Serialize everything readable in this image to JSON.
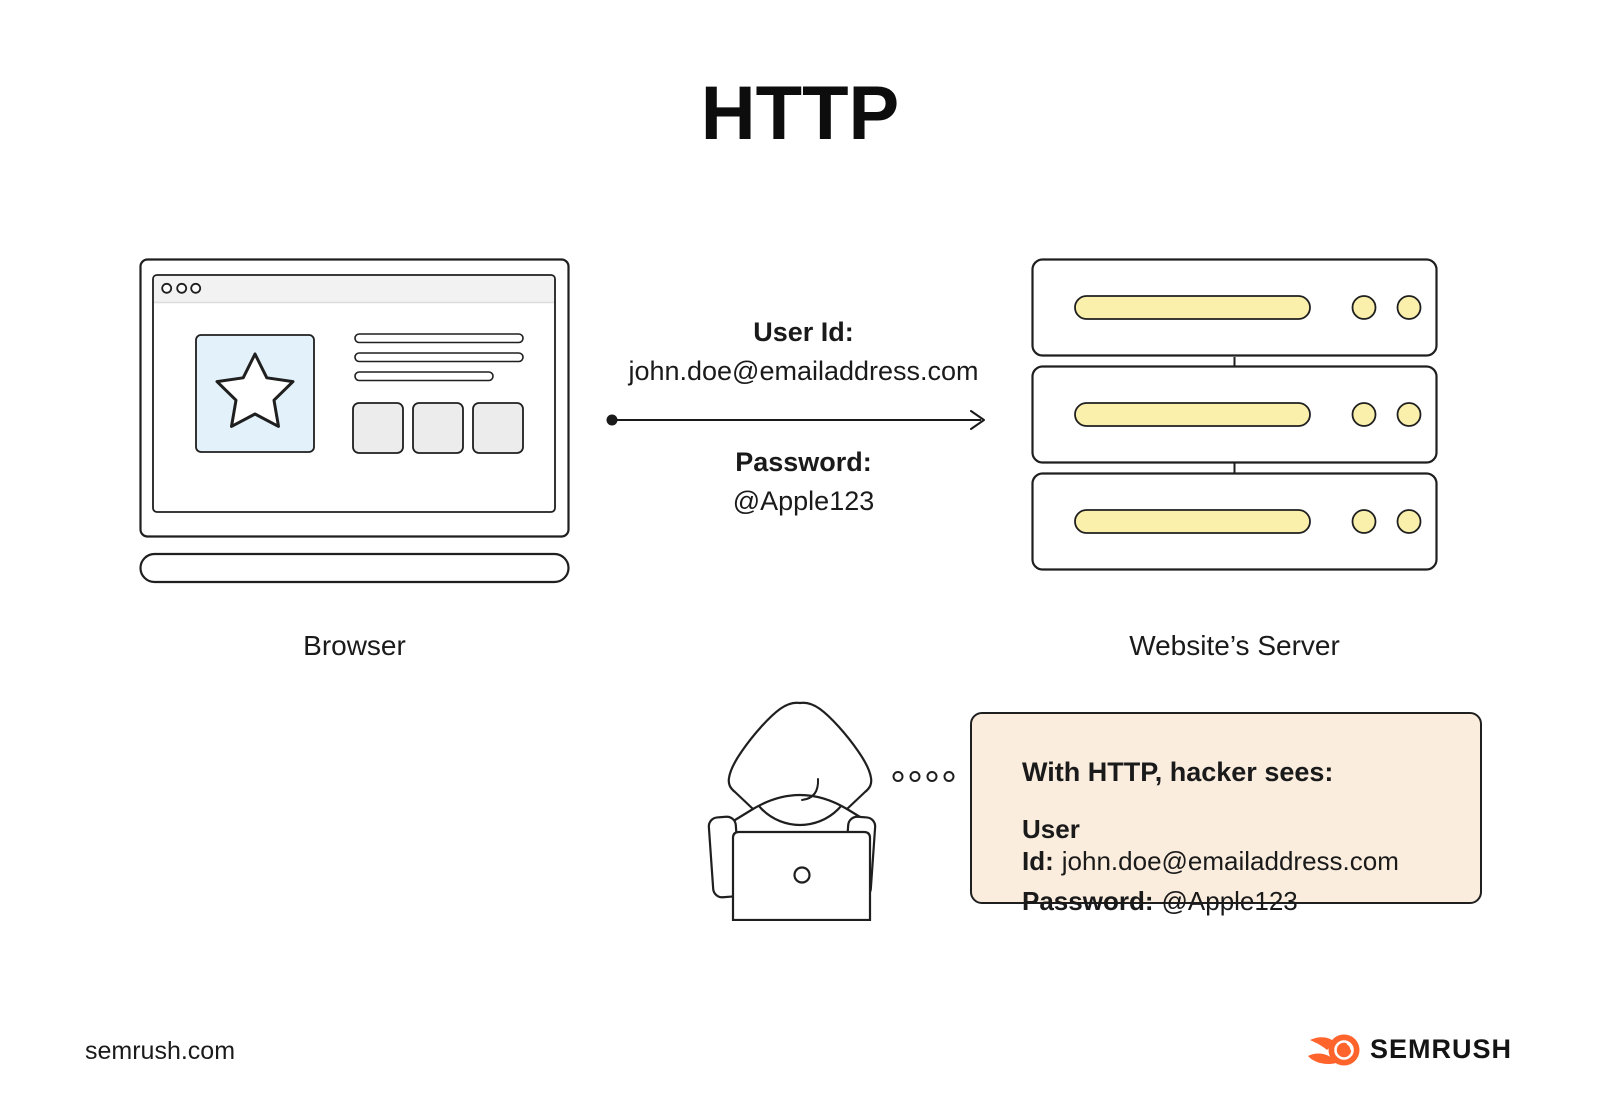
{
  "title": "HTTP",
  "diagram": {
    "browser": {
      "label": "Browser"
    },
    "server": {
      "label": "Website’s Server"
    },
    "request": {
      "user_id_label": "User Id:",
      "user_id_value": "john.doe@emailaddress.com",
      "password_label": "Password:",
      "password_value": "@Apple123"
    },
    "hacker_box": {
      "heading": "With HTTP, hacker sees:",
      "user_id_label": "User Id:",
      "user_id_value": "john.doe@emailaddress.com",
      "password_label": "Password:",
      "password_value": "@Apple123"
    }
  },
  "footer": {
    "site": "semrush.com",
    "brand": "SEMRUSH"
  },
  "colors": {
    "outline": "#1f1f1f",
    "accent_yellow": "#FAF0AC",
    "accent_blue": "#E3F1FB",
    "accent_peach": "#FAEDDE",
    "gray_fill": "#ECECEC",
    "titlebar_gray": "#F2F2F2",
    "brand_orange": "#FF642D"
  },
  "icons": {
    "browser": "browser-window-icon",
    "server": "server-stack-icon",
    "hacker": "hacker-icon",
    "arrow": "transfer-arrow-icon",
    "dots": "connection-dots-icon",
    "brand": "semrush-flame-icon"
  }
}
